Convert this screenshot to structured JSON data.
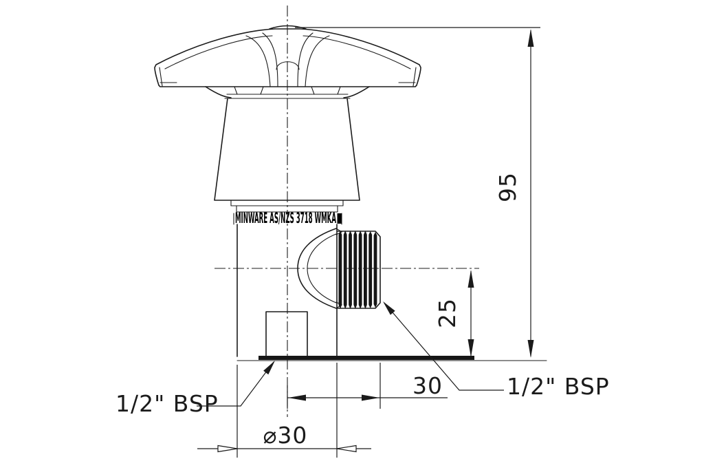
{
  "drawing": {
    "kind": "technical-dimension-drawing",
    "subject": "pillar tap / valve side elevation with cross handle and BSP threads",
    "background_color": "#ffffff",
    "line_color": "#1b1b1b",
    "marking": "MINWARE AS/NZS 3718 WMKA",
    "dims": {
      "overall_height": "95",
      "outlet_height": "25",
      "outlet_offset": "30",
      "body_diameter": "⌀30"
    },
    "labels": {
      "left_bsp": "1/2\" BSP",
      "right_bsp": "1/2\" BSP"
    }
  }
}
